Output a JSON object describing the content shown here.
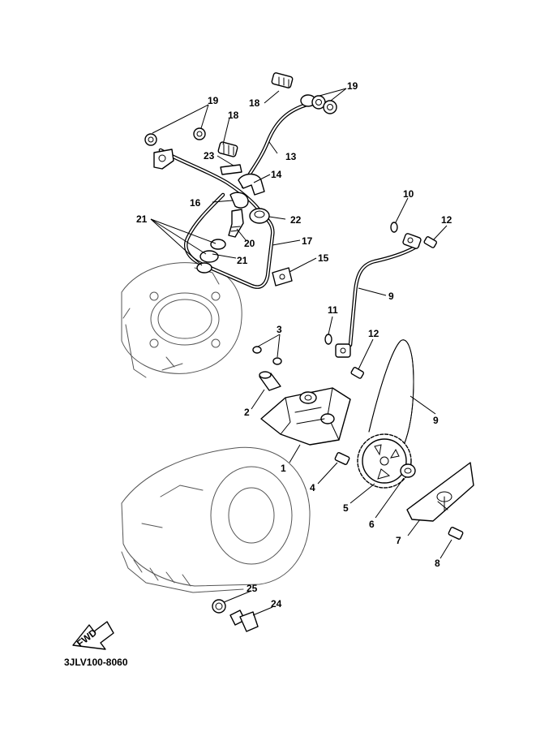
{
  "diagram_code": "3JLV100-8060",
  "fwd_label": "FWD",
  "callouts": [
    "1",
    "2",
    "3",
    "4",
    "5",
    "6",
    "7",
    "8",
    "9",
    "10",
    "11",
    "11",
    "12",
    "12",
    "13",
    "14",
    "15",
    "16",
    "17",
    "18",
    "18",
    "19",
    "19",
    "20",
    "21",
    "21",
    "22",
    "23",
    "24",
    "25"
  ]
}
